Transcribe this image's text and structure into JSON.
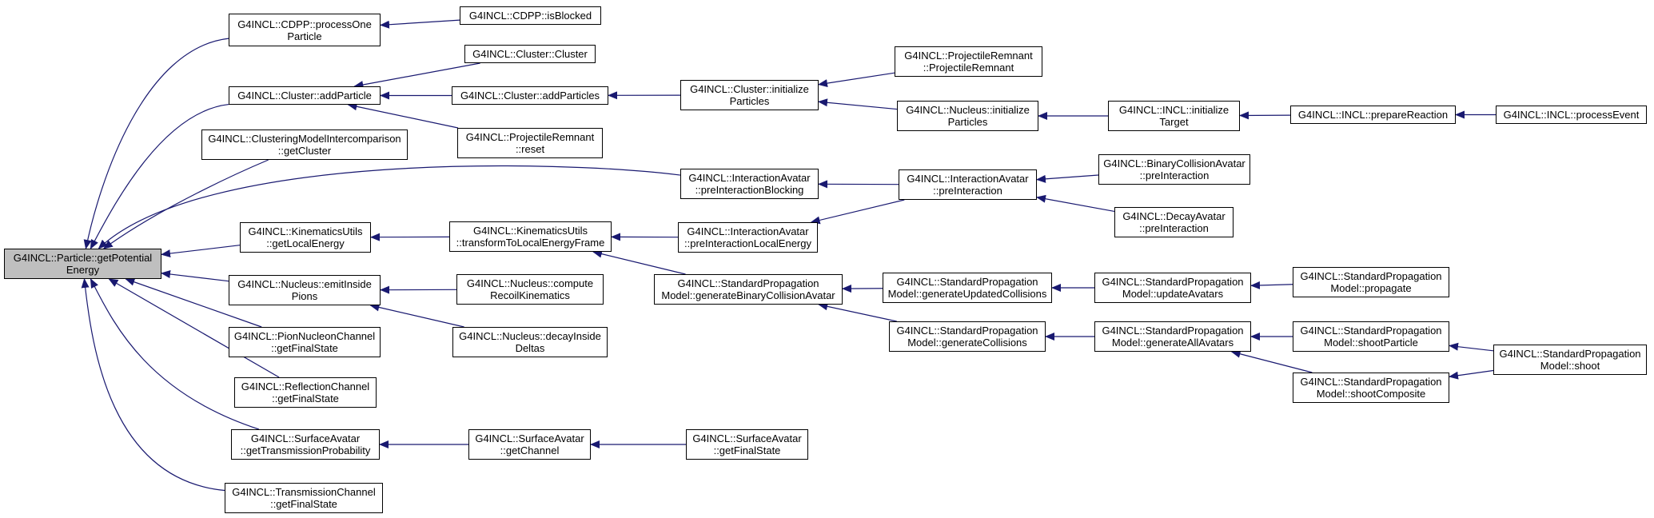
{
  "colors": {
    "edge": "#191970",
    "root_fill": "#bfbfbf",
    "node_fill": "#ffffff",
    "border": "#000000"
  },
  "nodes": [
    {
      "id": "root",
      "lines": [
        "G4INCL::Particle::getPotential",
        "Energy"
      ]
    },
    {
      "id": "cdpp_processOne",
      "lines": [
        "G4INCL::CDPP::processOne",
        "Particle"
      ]
    },
    {
      "id": "cdpp_isBlocked",
      "lines": [
        "G4INCL::CDPP::isBlocked"
      ]
    },
    {
      "id": "cluster_addParticle",
      "lines": [
        "G4INCL::Cluster::addParticle"
      ]
    },
    {
      "id": "cluster_cluster",
      "lines": [
        "G4INCL::Cluster::Cluster"
      ]
    },
    {
      "id": "cluster_addParticles",
      "lines": [
        "G4INCL::Cluster::addParticles"
      ]
    },
    {
      "id": "projremnant_reset",
      "lines": [
        "G4INCL::ProjectileRemnant",
        "::reset"
      ]
    },
    {
      "id": "cluster_initParticles",
      "lines": [
        "G4INCL::Cluster::initialize",
        "Particles"
      ]
    },
    {
      "id": "projremnant_ctor",
      "lines": [
        "G4INCL::ProjectileRemnant",
        "::ProjectileRemnant"
      ]
    },
    {
      "id": "nucleus_initParticles",
      "lines": [
        "G4INCL::Nucleus::initialize",
        "Particles"
      ]
    },
    {
      "id": "incl_initTarget",
      "lines": [
        "G4INCL::INCL::initialize",
        "Target"
      ]
    },
    {
      "id": "incl_prepareReaction",
      "lines": [
        "G4INCL::INCL::prepareReaction"
      ]
    },
    {
      "id": "incl_processEvent",
      "lines": [
        "G4INCL::INCL::processEvent"
      ]
    },
    {
      "id": "clustering_getCluster",
      "lines": [
        "G4INCL::ClusteringModelIntercomparison",
        "::getCluster"
      ]
    },
    {
      "id": "ia_preInteractionBlocking",
      "lines": [
        "G4INCL::InteractionAvatar",
        "::preInteractionBlocking"
      ]
    },
    {
      "id": "ia_preInteraction",
      "lines": [
        "G4INCL::InteractionAvatar",
        "::preInteraction"
      ]
    },
    {
      "id": "bca_preInteraction",
      "lines": [
        "G4INCL::BinaryCollisionAvatar",
        "::preInteraction"
      ]
    },
    {
      "id": "da_preInteraction",
      "lines": [
        "G4INCL::DecayAvatar",
        "::preInteraction"
      ]
    },
    {
      "id": "ku_getLocalEnergy",
      "lines": [
        "G4INCL::KinematicsUtils",
        "::getLocalEnergy"
      ]
    },
    {
      "id": "ku_transform",
      "lines": [
        "G4INCL::KinematicsUtils",
        "::transformToLocalEnergyFrame"
      ]
    },
    {
      "id": "ia_preInteractionLocalEnergy",
      "lines": [
        "G4INCL::InteractionAvatar",
        "::preInteractionLocalEnergy"
      ]
    },
    {
      "id": "nucleus_emitInsidePions",
      "lines": [
        "G4INCL::Nucleus::emitInside",
        "Pions"
      ]
    },
    {
      "id": "nucleus_computeRecoil",
      "lines": [
        "G4INCL::Nucleus::compute",
        "RecoilKinematics"
      ]
    },
    {
      "id": "nucleus_decayInsideDeltas",
      "lines": [
        "G4INCL::Nucleus::decayInside",
        "Deltas"
      ]
    },
    {
      "id": "spm_generateBinary",
      "lines": [
        "G4INCL::StandardPropagation",
        "Model::generateBinaryCollisionAvatar"
      ]
    },
    {
      "id": "spm_generateUpdated",
      "lines": [
        "G4INCL::StandardPropagation",
        "Model::generateUpdatedCollisions"
      ]
    },
    {
      "id": "spm_updateAvatars",
      "lines": [
        "G4INCL::StandardPropagation",
        "Model::updateAvatars"
      ]
    },
    {
      "id": "spm_propagate",
      "lines": [
        "G4INCL::StandardPropagation",
        "Model::propagate"
      ]
    },
    {
      "id": "spm_generateCollisions",
      "lines": [
        "G4INCL::StandardPropagation",
        "Model::generateCollisions"
      ]
    },
    {
      "id": "spm_generateAllAvatars",
      "lines": [
        "G4INCL::StandardPropagation",
        "Model::generateAllAvatars"
      ]
    },
    {
      "id": "spm_shootParticle",
      "lines": [
        "G4INCL::StandardPropagation",
        "Model::shootParticle"
      ]
    },
    {
      "id": "spm_shootComposite",
      "lines": [
        "G4INCL::StandardPropagation",
        "Model::shootComposite"
      ]
    },
    {
      "id": "spm_shoot",
      "lines": [
        "G4INCL::StandardPropagation",
        "Model::shoot"
      ]
    },
    {
      "id": "pionnucleon_getFinalState",
      "lines": [
        "G4INCL::PionNucleonChannel",
        "::getFinalState"
      ]
    },
    {
      "id": "reflection_getFinalState",
      "lines": [
        "G4INCL::ReflectionChannel",
        "::getFinalState"
      ]
    },
    {
      "id": "sa_getTransmissionProbability",
      "lines": [
        "G4INCL::SurfaceAvatar",
        "::getTransmissionProbability"
      ]
    },
    {
      "id": "sa_getChannel",
      "lines": [
        "G4INCL::SurfaceAvatar",
        "::getChannel"
      ]
    },
    {
      "id": "sa_getFinalState",
      "lines": [
        "G4INCL::SurfaceAvatar",
        "::getFinalState"
      ]
    },
    {
      "id": "transmission_getFinalState",
      "lines": [
        "G4INCL::TransmissionChannel",
        "::getFinalState"
      ]
    }
  ],
  "edges": [
    {
      "from": "cdpp_processOne",
      "to": "root"
    },
    {
      "from": "cluster_addParticle",
      "to": "root"
    },
    {
      "from": "clustering_getCluster",
      "to": "root"
    },
    {
      "from": "ia_preInteractionBlocking",
      "to": "root"
    },
    {
      "from": "ku_getLocalEnergy",
      "to": "root"
    },
    {
      "from": "nucleus_emitInsidePions",
      "to": "root"
    },
    {
      "from": "pionnucleon_getFinalState",
      "to": "root"
    },
    {
      "from": "reflection_getFinalState",
      "to": "root"
    },
    {
      "from": "sa_getTransmissionProbability",
      "to": "root"
    },
    {
      "from": "transmission_getFinalState",
      "to": "root"
    },
    {
      "from": "cdpp_isBlocked",
      "to": "cdpp_processOne"
    },
    {
      "from": "cluster_cluster",
      "to": "cluster_addParticle"
    },
    {
      "from": "cluster_addParticles",
      "to": "cluster_addParticle"
    },
    {
      "from": "projremnant_reset",
      "to": "cluster_addParticle"
    },
    {
      "from": "cluster_initParticles",
      "to": "cluster_addParticles"
    },
    {
      "from": "projremnant_ctor",
      "to": "cluster_initParticles"
    },
    {
      "from": "nucleus_initParticles",
      "to": "cluster_initParticles"
    },
    {
      "from": "incl_initTarget",
      "to": "nucleus_initParticles"
    },
    {
      "from": "incl_prepareReaction",
      "to": "incl_initTarget"
    },
    {
      "from": "incl_processEvent",
      "to": "incl_prepareReaction"
    },
    {
      "from": "ia_preInteraction",
      "to": "ia_preInteractionBlocking"
    },
    {
      "from": "bca_preInteraction",
      "to": "ia_preInteraction"
    },
    {
      "from": "da_preInteraction",
      "to": "ia_preInteraction"
    },
    {
      "from": "ku_transform",
      "to": "ku_getLocalEnergy"
    },
    {
      "from": "ia_preInteractionLocalEnergy",
      "to": "ku_transform"
    },
    {
      "from": "spm_generateBinary",
      "to": "ku_transform"
    },
    {
      "from": "ia_preInteraction",
      "to": "ia_preInteractionLocalEnergy"
    },
    {
      "from": "nucleus_computeRecoil",
      "to": "nucleus_emitInsidePions"
    },
    {
      "from": "nucleus_decayInsideDeltas",
      "to": "nucleus_emitInsidePions"
    },
    {
      "from": "spm_generateUpdated",
      "to": "spm_generateBinary"
    },
    {
      "from": "spm_generateCollisions",
      "to": "spm_generateBinary"
    },
    {
      "from": "spm_updateAvatars",
      "to": "spm_generateUpdated"
    },
    {
      "from": "spm_propagate",
      "to": "spm_updateAvatars"
    },
    {
      "from": "spm_generateAllAvatars",
      "to": "spm_generateCollisions"
    },
    {
      "from": "spm_shootParticle",
      "to": "spm_generateAllAvatars"
    },
    {
      "from": "spm_shootComposite",
      "to": "spm_generateAllAvatars"
    },
    {
      "from": "spm_shoot",
      "to": "spm_shootParticle"
    },
    {
      "from": "spm_shoot",
      "to": "spm_shootComposite"
    },
    {
      "from": "sa_getChannel",
      "to": "sa_getTransmissionProbability"
    },
    {
      "from": "sa_getFinalState",
      "to": "sa_getChannel"
    }
  ]
}
